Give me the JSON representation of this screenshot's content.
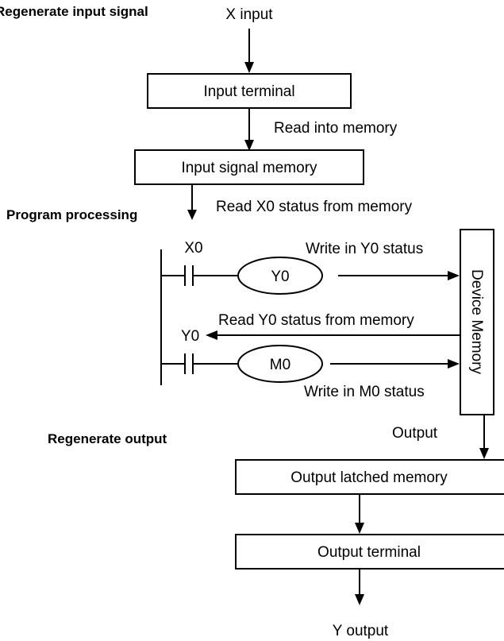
{
  "phases": {
    "regenerate_input": "Regenerate input signal",
    "program_processing": "Program processing",
    "regenerate_output": "Regenerate output"
  },
  "nodes": {
    "x_input": "X input",
    "input_terminal": "Input terminal",
    "input_signal_memory": "Input signal memory",
    "device_memory": "Device Memory",
    "output_latched_memory": "Output latched memory",
    "output_terminal": "Output terminal",
    "y_output": "Y output"
  },
  "ladder": {
    "contact_x0": "X0",
    "coil_y0": "Y0",
    "contact_y0": "Y0",
    "coil_m0": "M0"
  },
  "edges": {
    "read_into_memory": "Read into memory",
    "read_x0_status": "Read X0 status from memory",
    "write_y0_status": "Write in Y0 status",
    "read_y0_status": "Read Y0 status from memory",
    "write_m0_status": "Write in M0 status",
    "output": "Output"
  }
}
